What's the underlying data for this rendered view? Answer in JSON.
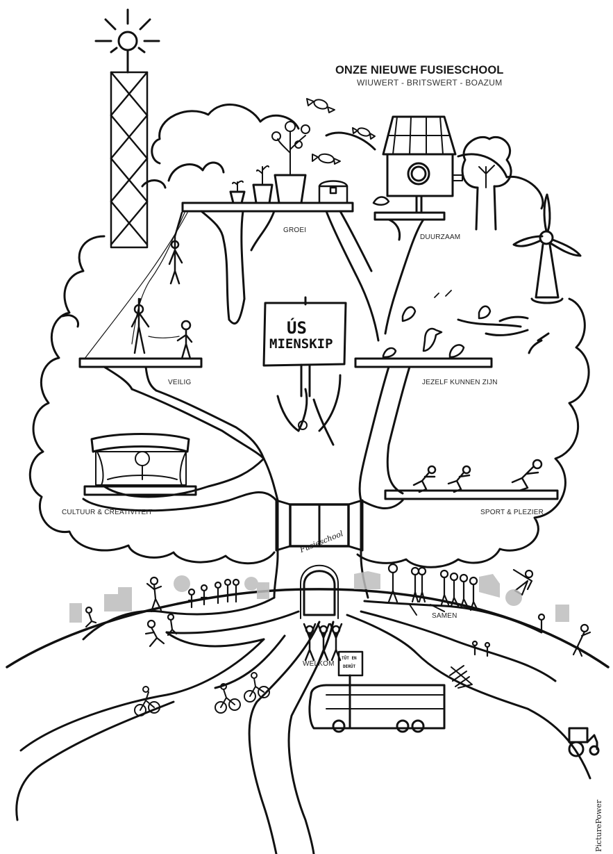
{
  "header": {
    "title": "ONZE NIEUWE FUSIESCHOOL",
    "subtitle": "WIUWERT - BRITSWERT - BOAZUM"
  },
  "sign": {
    "line1": "ÚS",
    "line2": "MIENSKIP"
  },
  "branch_labels": {
    "groei": "GROEI",
    "duurzaam": "DUURZAAM",
    "veilig": "VEILIG",
    "jezelf": "JEZELF KUNNEN ZIJN",
    "cultuur": "CULTUUR & CREATIVITEIT",
    "sport": "SPORT & PLEZIER",
    "samen": "SAMEN",
    "welkom": "WELKOM"
  },
  "school_arch": "Fusieschool",
  "bus_stop": {
    "line1": "TÛT EN",
    "line2": "DERÛT"
  },
  "credit": "PicturePower",
  "icons": [
    "sun-icon",
    "lattice-tower-icon",
    "wind-turbine-icon",
    "birdhouse-icon",
    "bus-icon",
    "tractor-icon",
    "window-icon",
    "theater-stage-icon",
    "cyclist-icon",
    "bird-icon",
    "candy-icon",
    "flower-pot-icon",
    "treasure-chest-icon"
  ],
  "colors": {
    "ink": "#111111",
    "paper": "#ffffff",
    "shadow": "#bdbdbd"
  }
}
